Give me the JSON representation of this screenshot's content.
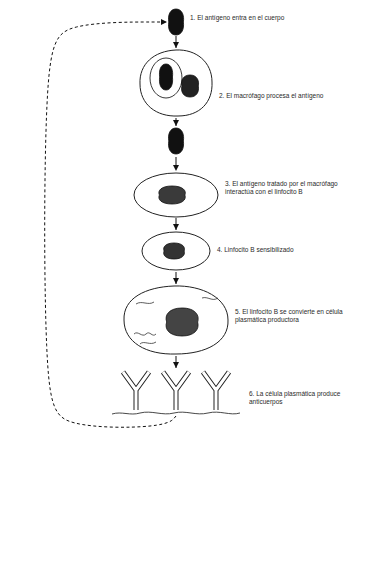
{
  "diagram": {
    "nodes": [
      {
        "text": [
          "1. El antígeno entra en el cuerpo"
        ]
      },
      {
        "text": [
          "2. El macrófago procesa el antígeno"
        ]
      },
      {
        "text": [
          "3. El antígeno tratado por el macrófago interactúa con el linfocito B"
        ]
      },
      {
        "text": [
          "4. Linfocito B sensibilizado"
        ]
      },
      {
        "text": [
          "5. El linfocito B se convierte en célula plasmática productora"
        ]
      },
      {
        "text": [
          "6. La célula plasmática produce anticuerpos"
        ]
      }
    ],
    "edges": [
      {
        "from": 0,
        "to": 1,
        "arrow": "to"
      },
      {
        "from": 1,
        "to": 2,
        "arrow": "to"
      },
      {
        "from": 2,
        "to": 3,
        "arrow": "to"
      },
      {
        "from": 3,
        "to": 4,
        "arrow": "to"
      },
      {
        "from": 4,
        "to": 5,
        "arrow": "to"
      },
      {
        "from": 5,
        "to": 0,
        "arrow": "to"
      }
    ]
  }
}
